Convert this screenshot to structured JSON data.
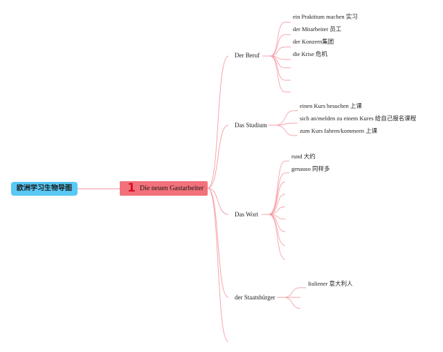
{
  "mindmap": {
    "root": {
      "label": "欧洲学习生物导图"
    },
    "main_topic": {
      "number": "1",
      "label": "Die neuen Gastarbeiter"
    },
    "branches": [
      {
        "label": "Der Beruf",
        "leaves": [
          "ein Praktitum machen 实习",
          "der Mitarbeiter 员工",
          "der Konzern集团",
          "die Krise 危机"
        ],
        "empty_leaves": 3
      },
      {
        "label": "Das Studium",
        "leaves": [
          "einen Kurs besuchen 上课",
          "sich an/melden zu einem Kures 给自己报名课程",
          "zum Kurs fahren/kommeen 上课"
        ],
        "empty_leaves": 0
      },
      {
        "label": "Das Wort",
        "leaves": [
          "rund 大约",
          "genauso 同样多"
        ],
        "empty_leaves": 7
      },
      {
        "label": "der Staatsbürger",
        "leaves": [
          "Italiener 意大利人"
        ],
        "empty_leaves": 2
      }
    ],
    "line_color": "#f6a3aa"
  }
}
